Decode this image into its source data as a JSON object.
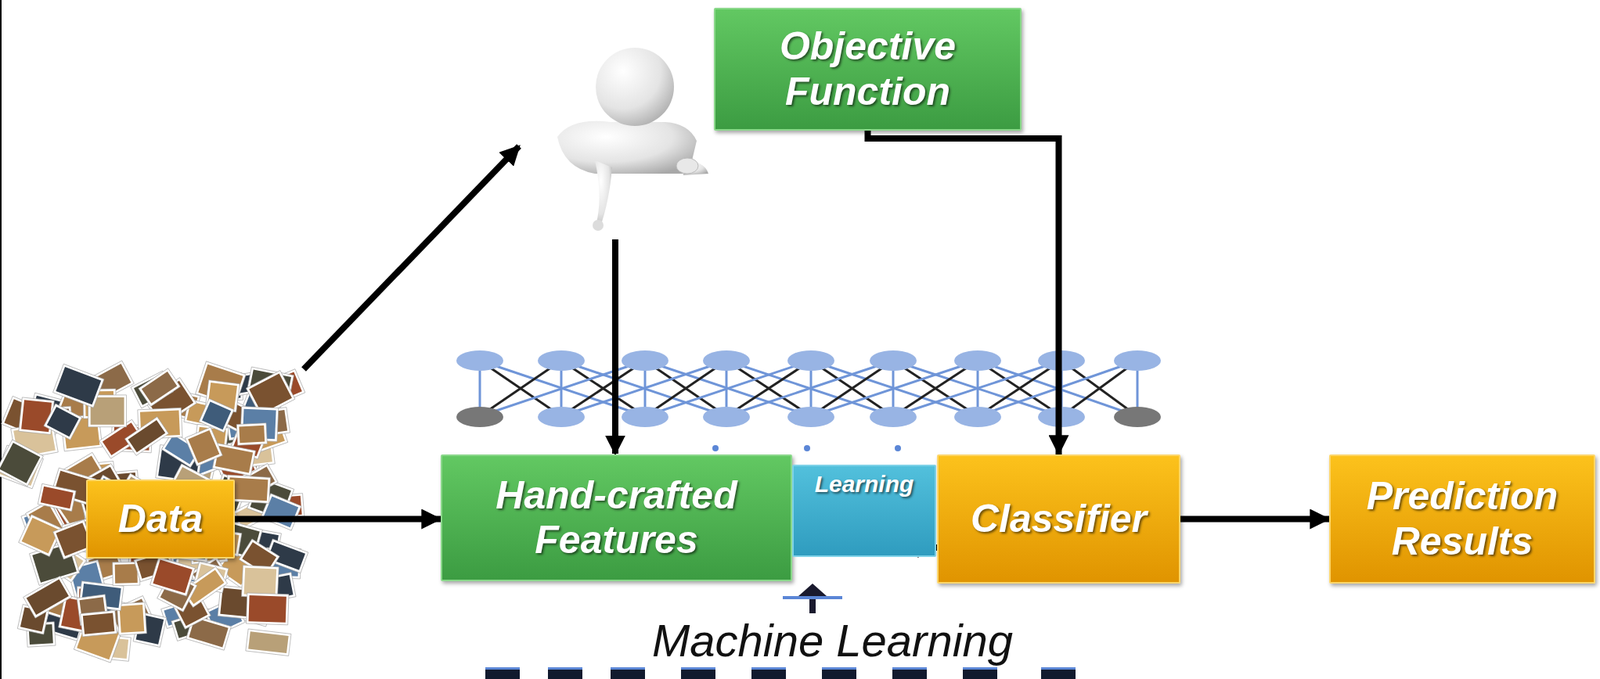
{
  "diagram": {
    "nodes": [
      {
        "text": [
          "Objective Function"
        ]
      },
      {
        "text": [
          "Data"
        ]
      },
      {
        "text": [
          "Hand-crafted Features"
        ]
      },
      {
        "text": [
          "Learning"
        ]
      },
      {
        "text": [
          "Classifier"
        ]
      },
      {
        "text": [
          "Prediction Results"
        ]
      }
    ],
    "edges": [
      {
        "from": 1,
        "to": 2,
        "arrow": "to"
      },
      {
        "from": 2,
        "to": 4,
        "arrow": "to"
      },
      {
        "from": 4,
        "to": 5,
        "arrow": "to"
      },
      {
        "from": 0,
        "to": 4,
        "arrow": "to"
      }
    ],
    "labels": [
      "Machine Learning"
    ]
  }
}
